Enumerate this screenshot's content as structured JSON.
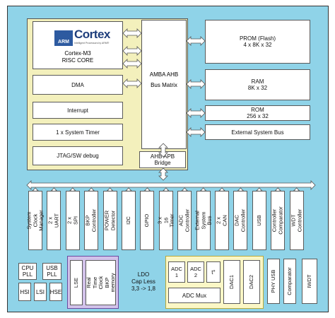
{
  "colors": {
    "chip_bg": "#8fd3e8",
    "core_bg": "#f3f0bc",
    "rtc_bg": "#d2c2ea",
    "rtc_border": "#6a4aa0",
    "adc_bg": "#fbf7c6",
    "adc_border": "#b9a93a",
    "arrow_fill": "#ffffff",
    "arrow_stroke": "#555555"
  },
  "core": {
    "arm_logo": "ARM",
    "cortex_logo": "Cortex",
    "cortex_tagline": "Intelligent Processors by ARM®",
    "cpu_label": "Cortex-M3\nRISC CORE",
    "blocks": [
      "DMA",
      "Interrupt",
      "1 x System Timer",
      "JTAG/SW debug"
    ]
  },
  "bus_matrix": {
    "title": "AMBA AHB",
    "subtitle": "Bus Matrix"
  },
  "bridge": {
    "label": "AHB APB\nBridge"
  },
  "memories": [
    {
      "id": "prom",
      "label": "PROM (Flash)\n4 x 8K x 32"
    },
    {
      "id": "ram",
      "label": "RAM\n8K x 32"
    },
    {
      "id": "rom",
      "label": "ROM\n256 x 32"
    },
    {
      "id": "ext",
      "label": "External System Bus"
    }
  ],
  "peripherals": [
    "System Clock\nManager",
    "2 x UART",
    "2 x SPI",
    "BKP\nController",
    "POWER\nDetector",
    "I2C",
    "GPIO",
    "3 x 16 Timer",
    "ADC\nController",
    "External\nSystem Bus",
    "2 x CAN",
    "DAC\nController",
    "USB",
    "Controller\nComparator",
    "WDT\nController"
  ],
  "bottom": {
    "cpu_pll": "CPU\nPLL",
    "usb_pll": "USB\nPLL",
    "hsi": "HSI",
    "lsi": "LSI",
    "hse": "HSE",
    "lse": "LSE",
    "rtc": "Real Time\nClock\nBKP memory",
    "ldo": "LDO\nCap Less\n3,3 -> 1,8",
    "adc1": "ADC\n1",
    "adc2": "ADC\n2",
    "temp": "t°",
    "adc_mux": "ADC Mux",
    "dac1": "DAC1",
    "dac2": "DAC2",
    "phy_usb": "PHY USB",
    "comparator": "Comparator",
    "iwdt": "IWDT"
  }
}
